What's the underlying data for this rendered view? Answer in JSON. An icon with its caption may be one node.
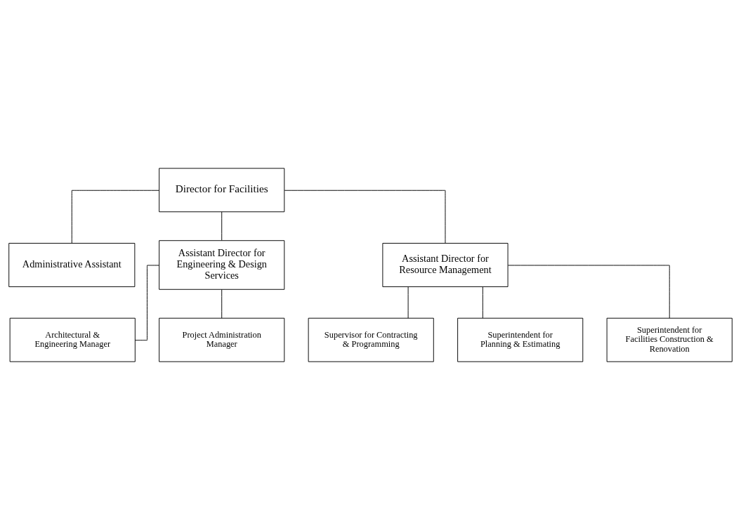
{
  "diagram": {
    "nodes": [
      {
        "text": [
          "Director for Facilities"
        ]
      },
      {
        "text": [
          "Administrative Assistant"
        ]
      },
      {
        "text": [
          "Assistant Director for Engineering & Design Services"
        ]
      },
      {
        "text": [
          "Assistant Director for Resource Management"
        ]
      },
      {
        "text": [
          "Architectural & Engineering Manager"
        ]
      },
      {
        "text": [
          "Project Administration Manager"
        ]
      },
      {
        "text": [
          "Supervisor for Contracting & Programming"
        ]
      },
      {
        "text": [
          "Superintendent for Planning & Estimating"
        ]
      },
      {
        "text": [
          "Superintendent for Facilities Construction & Renovation"
        ]
      }
    ],
    "edges": [
      {
        "from": 0,
        "to": 1,
        "arrow": "none"
      },
      {
        "from": 0,
        "to": 2,
        "arrow": "none"
      },
      {
        "from": 0,
        "to": 3,
        "arrow": "none"
      },
      {
        "from": 2,
        "to": 4,
        "arrow": "none"
      },
      {
        "from": 2,
        "to": 5,
        "arrow": "none"
      },
      {
        "from": 3,
        "to": 6,
        "arrow": "none"
      },
      {
        "from": 3,
        "to": 7,
        "arrow": "none"
      },
      {
        "from": 3,
        "to": 8,
        "arrow": "none"
      }
    ]
  }
}
